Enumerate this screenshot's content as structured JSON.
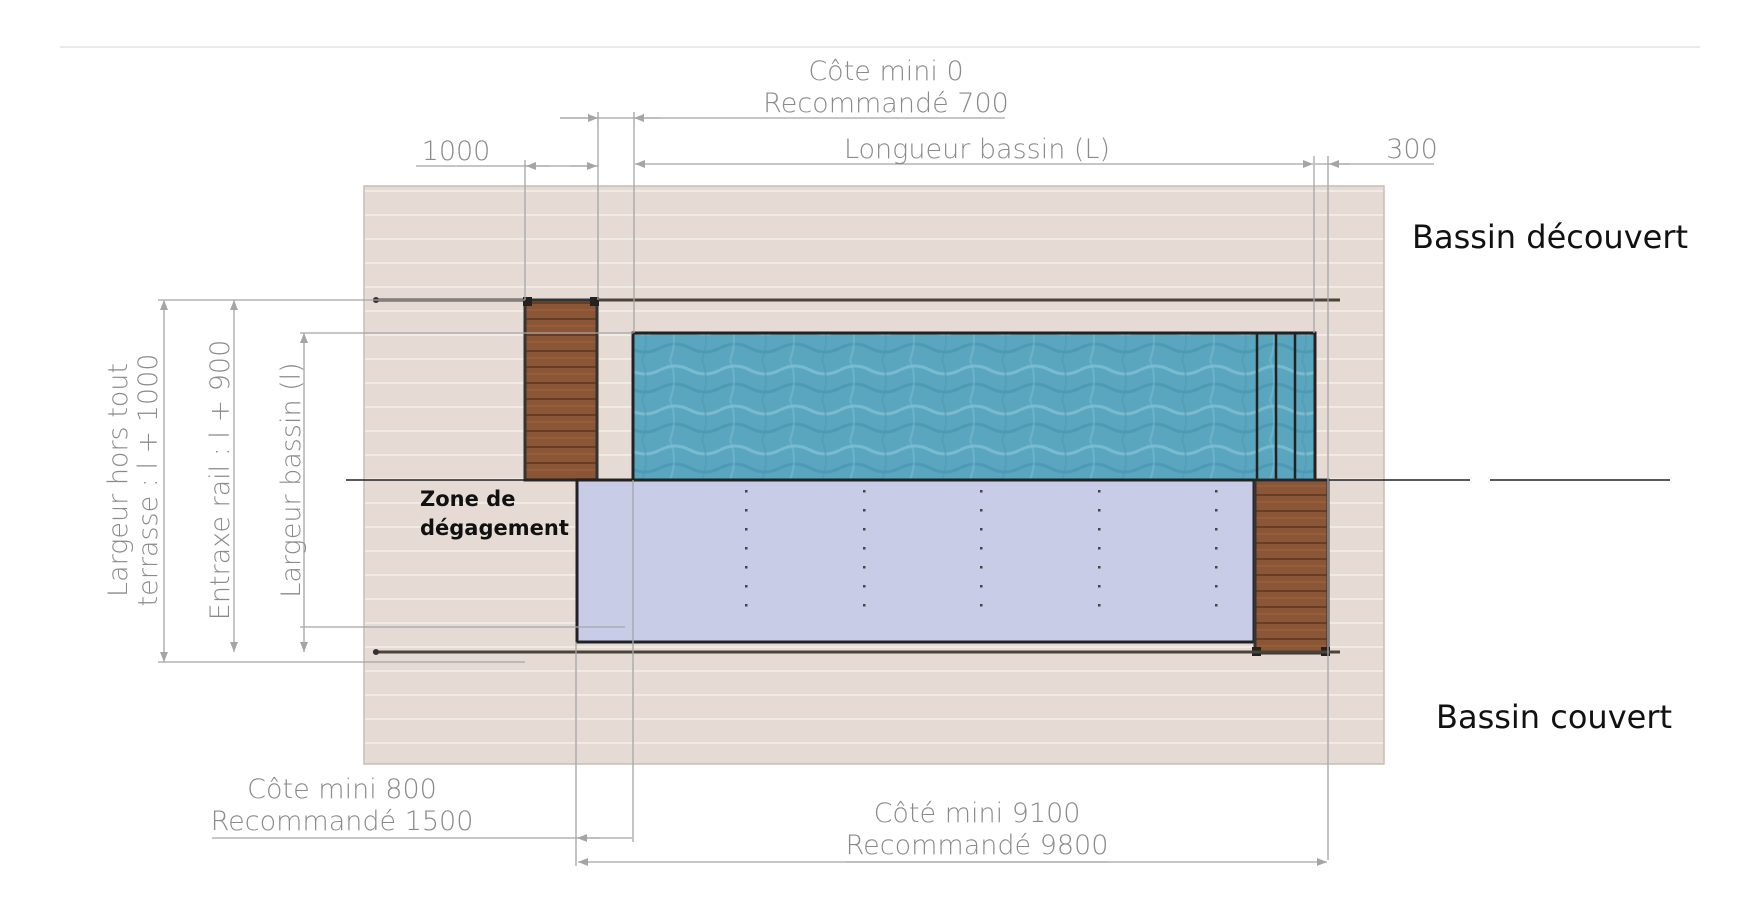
{
  "labels": {
    "cote_mini_top": "Côte mini 0",
    "recommande_top": "Recommandé 700",
    "dim_1000": "1000",
    "longueur_bassin": "Longueur bassin (L)",
    "dim_300": "300",
    "bassin_decouvert": "Bassin découvert",
    "bassin_couvert": "Bassin couvert",
    "largeur_hors_tout_1": "Largeur hors tout",
    "largeur_hors_tout_2": "terrasse : l + 1000",
    "entraxe_rail": "Entraxe rail : l + 900",
    "largeur_bassin": "Largeur bassin (l)",
    "zone_1": "Zone de",
    "zone_2": "dégagement",
    "cote_mini_800": "Côte mini 800",
    "recommande_1500": "Recommandé 1500",
    "cote_mini_9100": "Côté mini 9100",
    "recommande_9800": "Recommandé 9800"
  },
  "colors": {
    "terrace": "#e5dbd4",
    "terrace_stripe": "#f5f0ec",
    "water": "#5ba7c0",
    "water_light": "#8fcad8",
    "cover": "#c8cbe6",
    "wood": "#8a5535",
    "wood_dark": "#5c3620",
    "dimension": "#a5a5a5"
  }
}
